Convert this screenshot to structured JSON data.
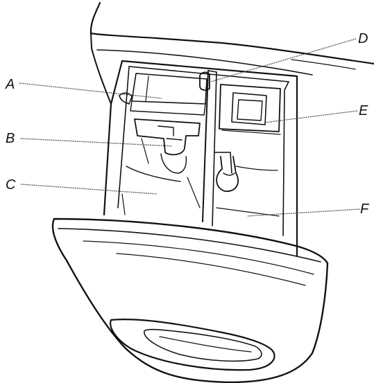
{
  "figure": {
    "callouts": [
      {
        "id": "A",
        "label": "A"
      },
      {
        "id": "B",
        "label": "B"
      },
      {
        "id": "C",
        "label": "C"
      },
      {
        "id": "D",
        "label": "D"
      },
      {
        "id": "E",
        "label": "E"
      },
      {
        "id": "F",
        "label": "F"
      }
    ]
  }
}
